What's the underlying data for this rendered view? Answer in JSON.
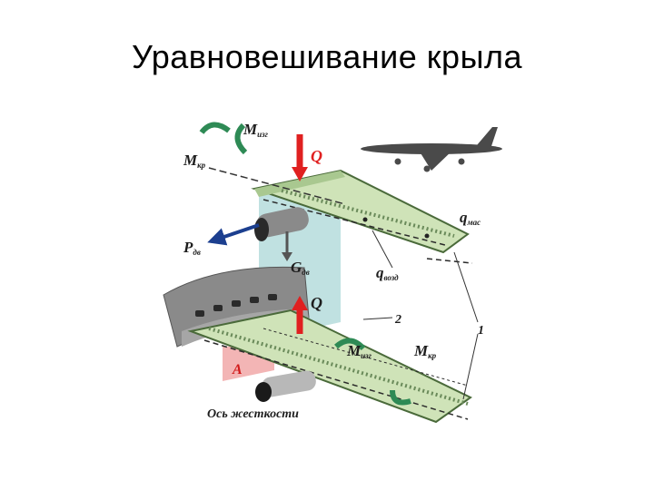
{
  "slide": {
    "title": "Уравновешивание крыла"
  },
  "diagram": {
    "labels": {
      "m_izg_top": "M",
      "m_izg_top_sub": "изг",
      "m_kr_top": "M",
      "m_kr_top_sub": "кр",
      "q_top": "Q",
      "q_vozd_main": "q",
      "q_vozd_sub": "возд",
      "q_mas_main": "q",
      "q_mas_sub": "мас",
      "p_dv_main": "P",
      "p_dv_sub": "дв",
      "g_dv_main": "G",
      "g_dv_sub": "дв",
      "q_bottom": "Q",
      "num_2": "2",
      "num_1": "1",
      "m_izg_bottom": "M",
      "m_izg_bottom_sub": "изг",
      "m_kr_bottom": "M",
      "m_kr_bottom_sub": "кр",
      "a": "A",
      "axis": "Ось жесткости"
    },
    "colors": {
      "wing": "#cfe3b8",
      "wing_edge": "#4a6a3a",
      "arrow_red": "#e02020",
      "arrow_blue": "#1c3f8f",
      "moment_green": "#2e8a55",
      "plane_plane": "#8cc8c8",
      "fuselage": "#8a8a8a",
      "a_region": "#f1a8a8"
    }
  }
}
